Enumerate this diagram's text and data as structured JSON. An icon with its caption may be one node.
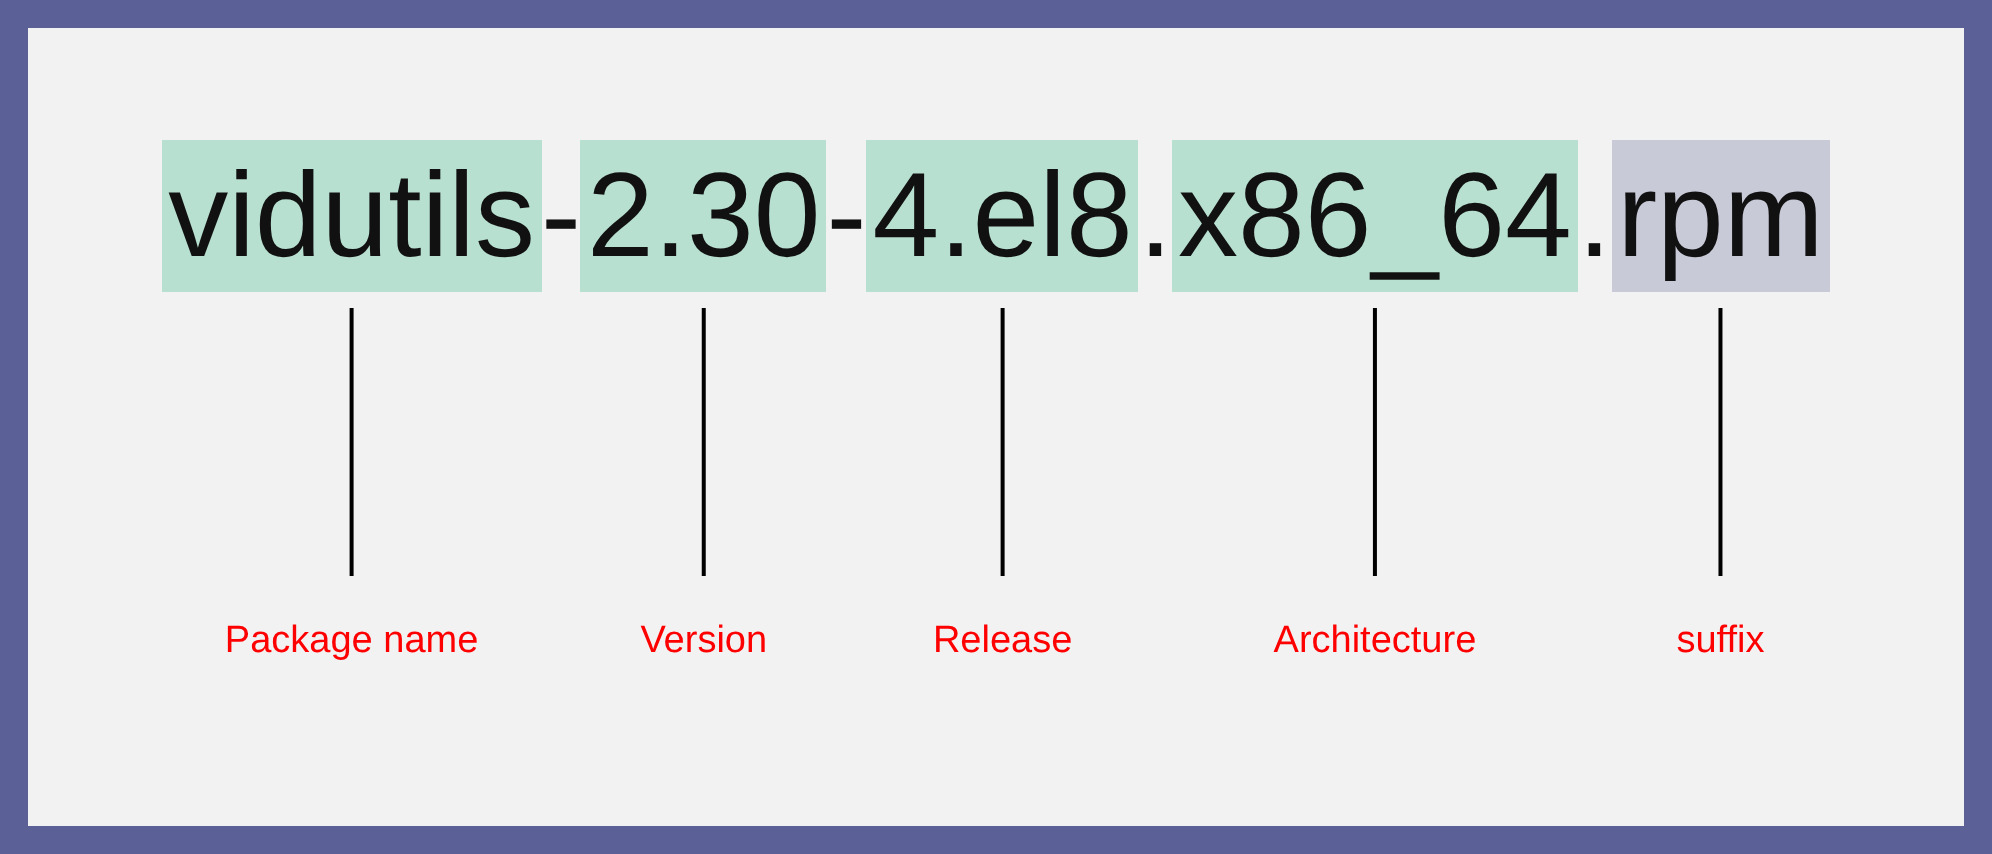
{
  "diagram": {
    "nodes": [
      {
        "text": [
          "vidutils"
        ]
      },
      {
        "text": [
          "2.30"
        ]
      },
      {
        "text": [
          "4.el8"
        ]
      },
      {
        "text": [
          "x86_64"
        ]
      },
      {
        "text": [
          "rpm"
        ]
      },
      {
        "text": [
          "Package name"
        ]
      },
      {
        "text": [
          "Version"
        ]
      },
      {
        "text": [
          "Release"
        ]
      },
      {
        "text": [
          "Architecture"
        ]
      },
      {
        "text": [
          "suffix"
        ]
      }
    ],
    "edges": [
      {
        "from": 5,
        "to": 0,
        "arrow": "none"
      },
      {
        "from": 6,
        "to": 1,
        "arrow": "none"
      },
      {
        "from": 7,
        "to": 2,
        "arrow": "none"
      },
      {
        "from": 8,
        "to": 3,
        "arrow": "none"
      },
      {
        "from": 9,
        "to": 4,
        "arrow": "none"
      }
    ],
    "labels": [
      "-",
      "-",
      ".",
      "."
    ]
  }
}
